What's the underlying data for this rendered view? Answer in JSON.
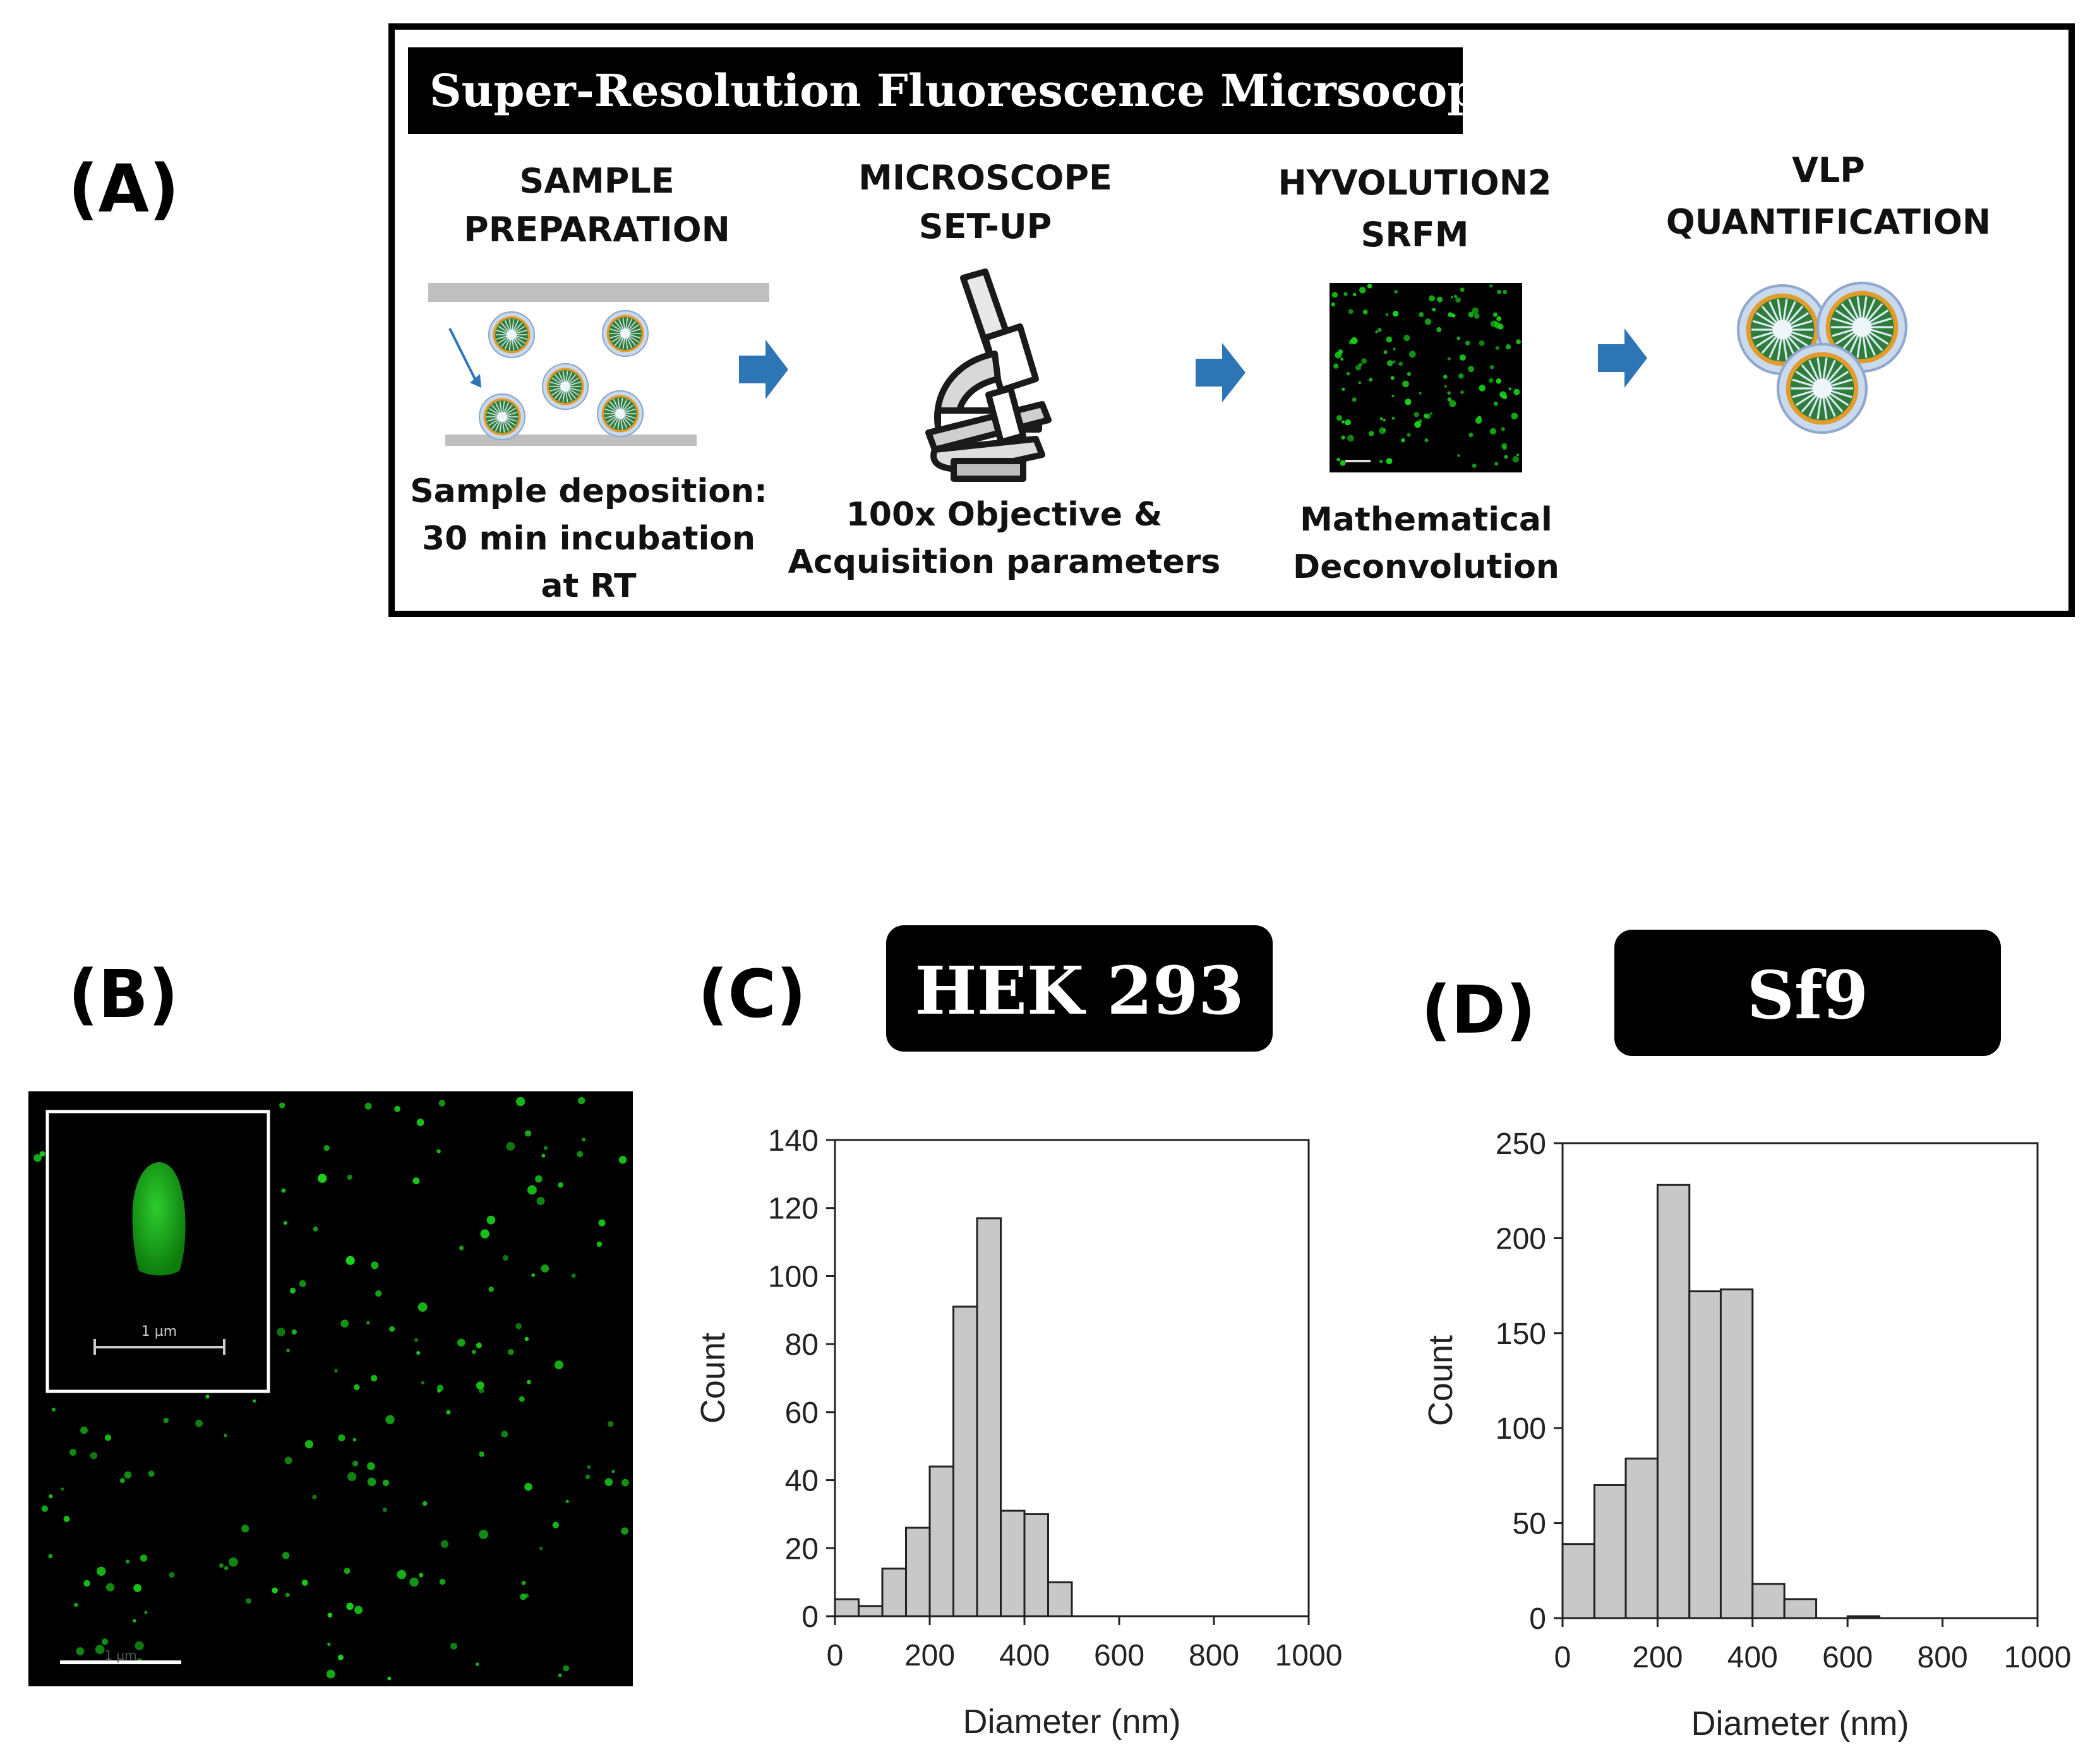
{
  "panel_labels": {
    "a": "(A)",
    "b": "(B)",
    "c": "(C)",
    "d": "(D)"
  },
  "workflow": {
    "title": "Super-Resolution Fluorescence Micrsocopy",
    "steps": [
      {
        "heading": [
          "SAMPLE",
          "PREPARATION"
        ],
        "caption": [
          "Sample deposition:",
          "30 min incubation",
          "at RT"
        ]
      },
      {
        "heading": [
          "MICROSCOPE",
          "SET-UP"
        ],
        "caption": [
          "100x Objective &",
          "Acquisition  parameters"
        ]
      },
      {
        "heading": [
          "HYVOLUTION2",
          "SRFM"
        ],
        "caption": [
          "Mathematical",
          "Deconvolution"
        ]
      },
      {
        "heading": [
          "VLP",
          "QUANTIFICATION"
        ],
        "caption": []
      }
    ],
    "arrow_color": "#2e75b6"
  },
  "micrograph": {
    "inset_scale_label": "1 µm",
    "scale_bar_label": "1 µm",
    "spot_color": "#19d219"
  },
  "chart_data": [
    {
      "type": "bar",
      "title": "HEK 293",
      "xlabel": "Diameter (nm)",
      "ylabel": "Count",
      "bin_width": 50,
      "bins": [
        0,
        50,
        100,
        150,
        200,
        250,
        300,
        350,
        400
      ],
      "values": [
        5,
        3,
        14,
        26,
        44,
        91,
        117,
        31,
        30,
        10
      ],
      "bin_starts": [
        0,
        50,
        100,
        150,
        200,
        250,
        300,
        350,
        400,
        450
      ],
      "xlim": [
        0,
        1000
      ],
      "ylim": [
        0,
        140
      ],
      "xticks": [
        0,
        200,
        400,
        600,
        800,
        1000
      ],
      "yticks": [
        0,
        20,
        40,
        60,
        80,
        100,
        120,
        140
      ],
      "bar_color": "#c8c8c8"
    },
    {
      "type": "bar",
      "title": "Sf9",
      "xlabel": "Diameter (nm)",
      "ylabel": "Count",
      "bin_width": 67,
      "bin_starts": [
        0,
        67,
        133,
        200,
        267,
        333,
        400,
        467,
        533,
        600
      ],
      "values": [
        39,
        70,
        84,
        228,
        172,
        173,
        18,
        10,
        0,
        1
      ],
      "xlim": [
        0,
        1000
      ],
      "ylim": [
        0,
        250
      ],
      "xticks": [
        0,
        200,
        400,
        600,
        800,
        1000
      ],
      "yticks": [
        0,
        50,
        100,
        150,
        200,
        250
      ],
      "bar_color": "#c8c8c8"
    }
  ]
}
